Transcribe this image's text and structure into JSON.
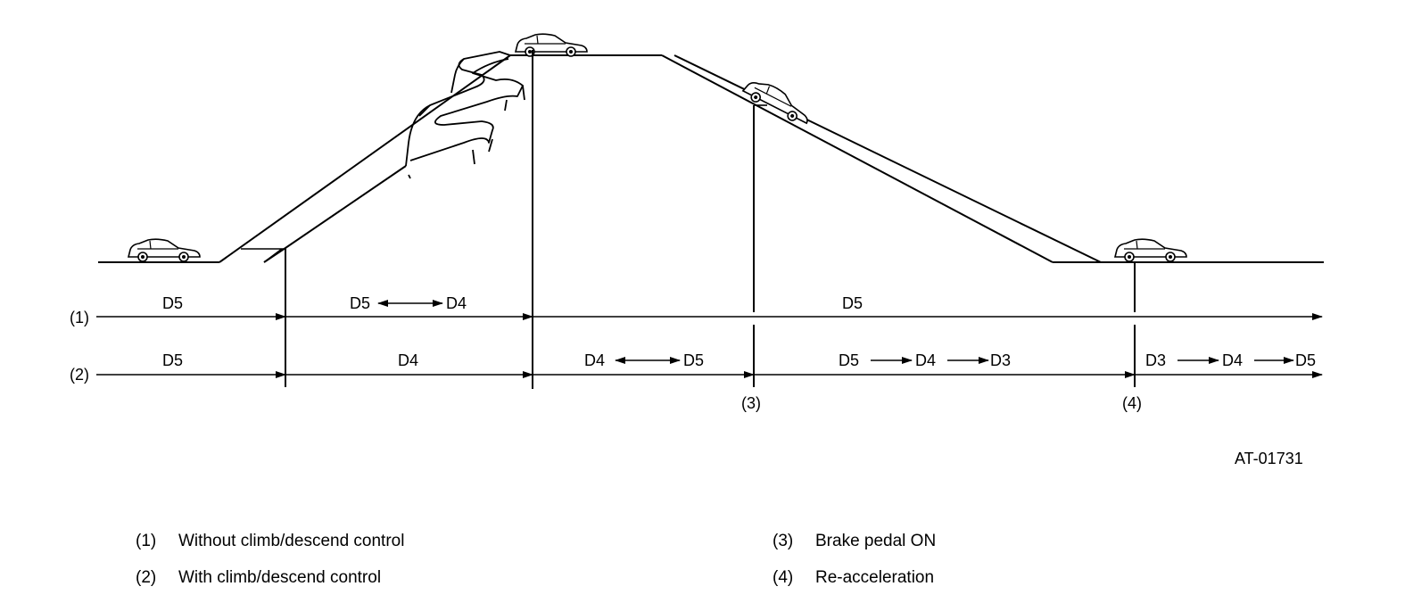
{
  "rows": [
    {
      "marker": "(1)",
      "segments": [
        "D5",
        "D5",
        "D4",
        "D5"
      ]
    },
    {
      "marker": "(2)",
      "segments": [
        "D5",
        "D4",
        "D4",
        "D5",
        "D5",
        "D4",
        "D3",
        "D3",
        "D4",
        "D5"
      ]
    }
  ],
  "points": [
    "(3)",
    "(4)"
  ],
  "figure_code": "AT-01731",
  "legend": [
    {
      "num": "(1)",
      "text": "Without climb/descend control"
    },
    {
      "num": "(2)",
      "text": "With climb/descend control"
    },
    {
      "num": "(3)",
      "text": "Brake pedal ON"
    },
    {
      "num": "(4)",
      "text": "Re-acceleration"
    }
  ],
  "icons": [
    "car-icon",
    "winding-road-icon",
    "arrow-icon"
  ]
}
